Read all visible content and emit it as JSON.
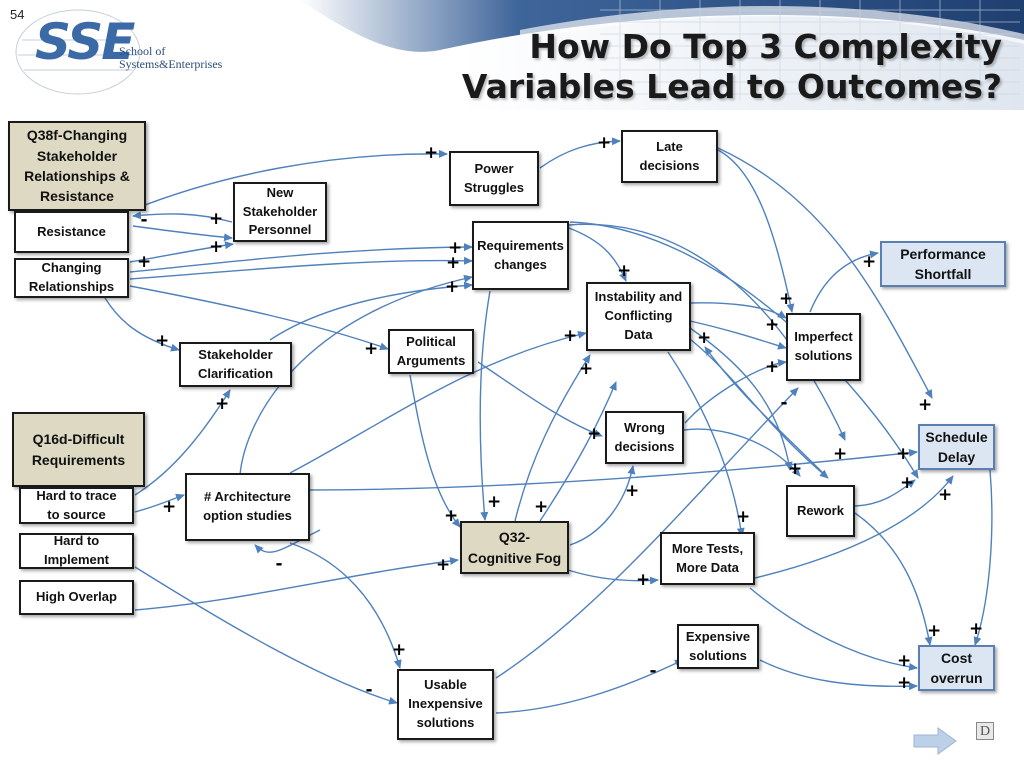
{
  "slide": {
    "number": "54",
    "title": "How Do Top 3 Complexity\nVariables Lead to Outcomes?"
  },
  "logo": {
    "initials": "SSE",
    "subtitle": "School of\nSystems&Enterprises"
  },
  "colors": {
    "arrow": "#4f81bd",
    "tan_box": "#ddd9c3",
    "blue_box": "#dce6f2"
  },
  "nodes": {
    "q38f": "Q38f-Changing\nStakeholder\nRelationships &\nResistance",
    "resistance": "Resistance",
    "changing_relationships": "Changing\nRelationships",
    "new_stakeholder": "New\nStakeholder\nPersonnel",
    "power_struggles": "Power\nStruggles",
    "late_decisions": "Late decisions",
    "requirements_changes": "Requirements\nchanges",
    "performance_shortfall": "Performance\nShortfall",
    "instability": "Instability and\nConflicting Data",
    "imperfect_solutions": "Imperfect\nsolutions",
    "political_arguments": "Political\nArguments",
    "stakeholder_clarification": "Stakeholder\nClarification",
    "q16d": "Q16d-Difficult\nRequirements",
    "hard_to_trace": "Hard to trace\nto source",
    "hard_to_implement": "Hard to\nImplement",
    "high_overlap": "High Overlap",
    "architecture_studies": "# Architecture\noption studies",
    "wrong_decisions": "Wrong\ndecisions",
    "schedule_delay": "Schedule\nDelay",
    "rework": "Rework",
    "q32": "Q32-\nCognitive Fog",
    "more_tests": "More Tests,\nMore Data",
    "expensive_solutions": "Expensive\nsolutions",
    "cost_overrun": "Cost\noverrun",
    "usable_inexpensive": "Usable\nInexpensive\nsolutions"
  },
  "signs": {
    "plus": "+",
    "minus": "-"
  },
  "nav": {
    "next_icon": "right-arrow-icon",
    "d_label": "D"
  }
}
